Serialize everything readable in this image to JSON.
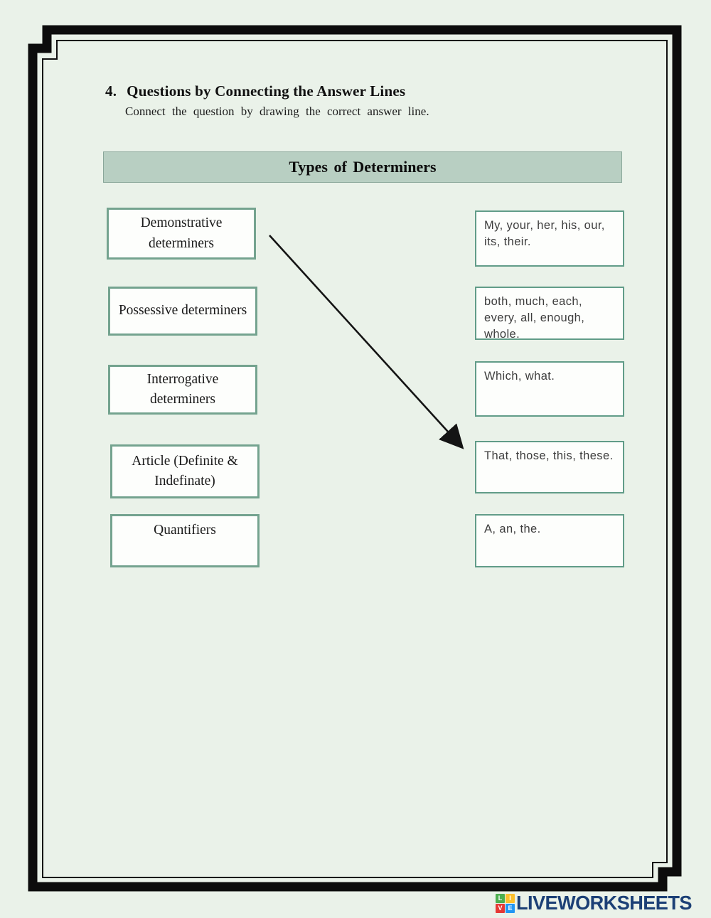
{
  "page": {
    "heading_number": "4.",
    "heading": "Questions by Connecting the Answer Lines",
    "subheading": "Connect the question by drawing the correct answer line.",
    "banner_title": "Types of Determiners"
  },
  "left_boxes": [
    {
      "label": "Demonstrative determiners"
    },
    {
      "label": "Possessive determiners"
    },
    {
      "label": "Interrogative determiners"
    },
    {
      "label": "Article (Definite & Indefinate)"
    },
    {
      "label": "Quantifiers"
    }
  ],
  "right_boxes": [
    {
      "label": "My, your, her, his, our, its, their."
    },
    {
      "label": "both, much, each, every, all, enough, whole."
    },
    {
      "label": "Which, what."
    },
    {
      "label": "That, those, this, these."
    },
    {
      "label": "A, an, the."
    }
  ],
  "connections": [
    {
      "from": "Demonstrative determiners",
      "to": "That, those, this, these."
    }
  ],
  "footer": {
    "brand": "LIVEWORKSHEETS",
    "logo_letters": [
      "L",
      "I",
      "V",
      "E"
    ]
  },
  "colors": {
    "page_background": "#eaf2e9",
    "banner_background": "#b8cfc2",
    "box_border": "#6fa28e",
    "frame": "#0c0c0c",
    "brand_blue": "#1c4076",
    "logo_green": "#4caf50",
    "logo_yellow": "#fbc02d",
    "logo_red": "#e53935",
    "logo_blue": "#2196f3"
  }
}
